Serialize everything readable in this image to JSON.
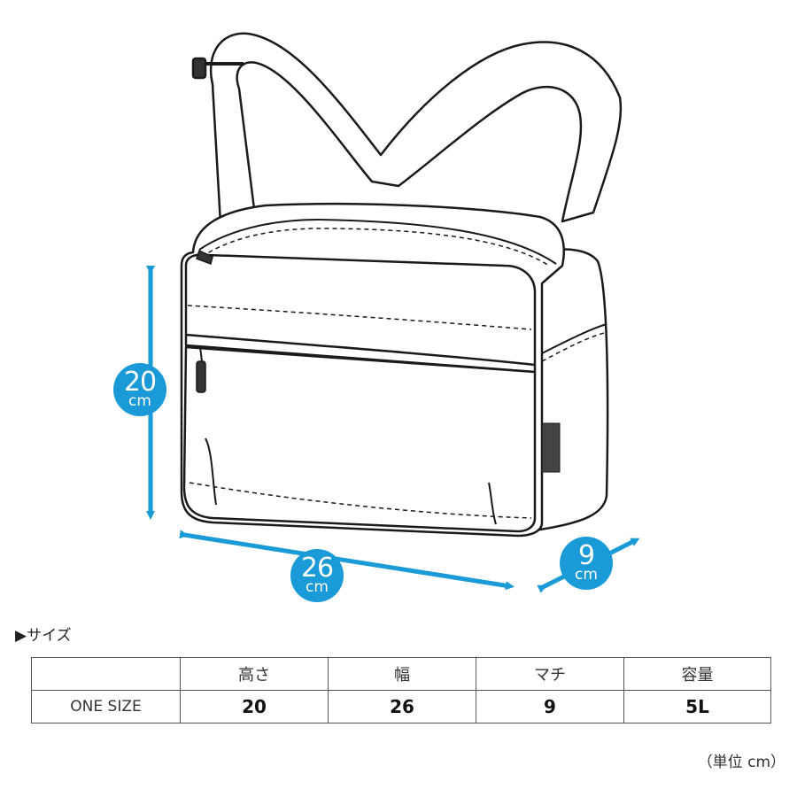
{
  "dimensions": {
    "height": {
      "value": "20",
      "unit": "cm"
    },
    "width": {
      "value": "26",
      "unit": "cm"
    },
    "depth": {
      "value": "9",
      "unit": "cm"
    }
  },
  "size_section": {
    "heading": "▶サイズ",
    "table": {
      "headers": [
        "",
        "高さ",
        "幅",
        "マチ",
        "容量"
      ],
      "rows": [
        {
          "label": "ONE SIZE",
          "values": [
            "20",
            "26",
            "9",
            "5L"
          ]
        }
      ]
    },
    "unit_note": "（単位 cm）"
  },
  "colors": {
    "accent": "#1a9ad6",
    "outline": "#1a1a1a"
  }
}
